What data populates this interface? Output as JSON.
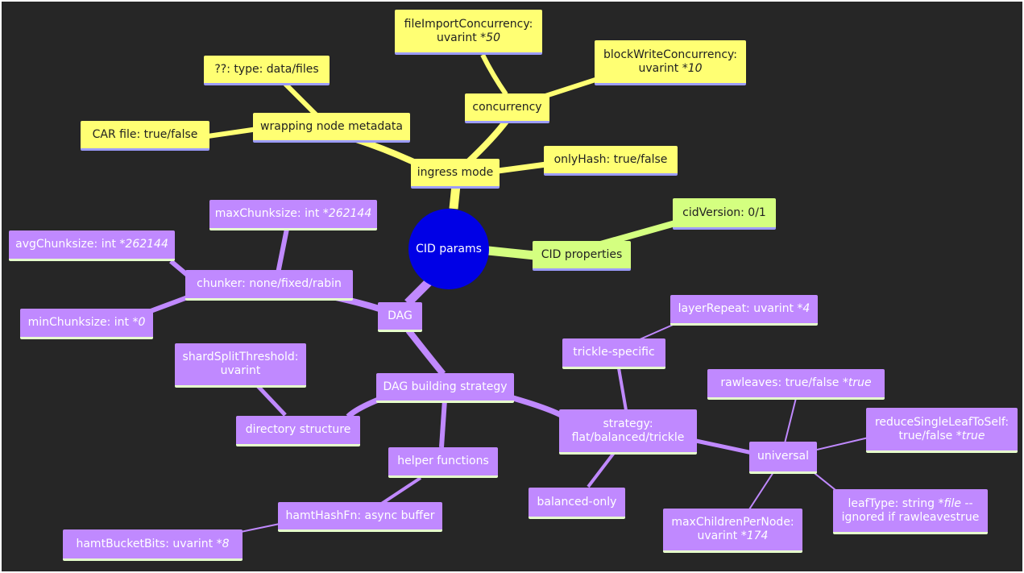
{
  "root": {
    "label": "CID params",
    "color": "#0000e6"
  },
  "colors": {
    "background": "#262626",
    "ingress": "#ffff73",
    "cid": "#d4ff80",
    "dag": "#c089ff"
  },
  "ingress": {
    "mode": "ingress mode",
    "concurrency": "concurrency",
    "file_import_line1": "fileImportConcurrency:",
    "file_import_line2a": "uvarint ",
    "file_import_line2b": "*50",
    "block_write_line1": "blockWriteConcurrency:",
    "block_write_line2a": "uvarint ",
    "block_write_line2b": "*10",
    "wrapping": "wrapping node metadata",
    "type": "??: type: data/files",
    "car": "CAR file: true/false",
    "only_hash": "onlyHash: true/false"
  },
  "cid": {
    "properties": "CID properties",
    "version": "cidVersion: 0/1"
  },
  "dag": {
    "label": "DAG",
    "chunker": "chunker: none/fixed/rabin",
    "max_chunk_a": "maxChunksize: int ",
    "max_chunk_b": "*262144",
    "avg_chunk_a": "avgChunksize: int ",
    "avg_chunk_b": "*262144",
    "min_chunk_a": "minChunksize: int ",
    "min_chunk_b": "*0",
    "building": "DAG building strategy",
    "directory": "directory structure",
    "shard_line1": "shardSplitThreshold:",
    "shard_line2": "uvarint",
    "helper": "helper functions",
    "hamt_hash": "hamtHashFn: async buffer",
    "hamt_bits_a": "hamtBucketBits: uvarint ",
    "hamt_bits_b": "*8",
    "strategy_line1": "strategy:",
    "strategy_line2": "flat/balanced/trickle",
    "trickle": "trickle-specific",
    "layer_a": "layerRepeat: uvarint ",
    "layer_b": "*4",
    "balanced": "balanced-only",
    "universal": "universal",
    "raw_a": "rawleaves: true/false ",
    "raw_b": "*true",
    "reduce_line1": "reduceSingleLeafToSelf:",
    "reduce_line2a": "true/false ",
    "reduce_line2b": "*true",
    "leaf_line1a": "leafType: string ",
    "leaf_line1b": "*file --",
    "leaf_line2": "ignored if rawleavestrue",
    "max_children_line1": "maxChildrenPerNode:",
    "max_children_line2a": "uvarint ",
    "max_children_line2b": "*174"
  }
}
